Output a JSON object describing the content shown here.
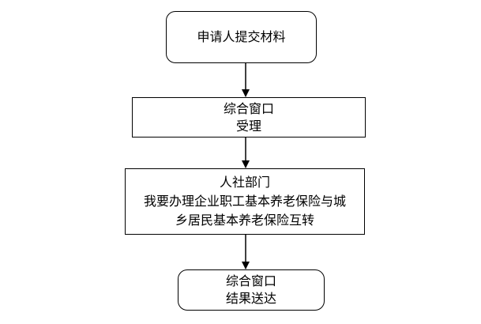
{
  "nodes": {
    "submit": {
      "text": "申请人提交材料"
    },
    "accept": {
      "line1": "综合窗口",
      "line2": "受理"
    },
    "dept": {
      "line1": "人社部门",
      "line2": "我要办理企业职工基本养老保险与城",
      "line3": "乡居民基本养老保险互转"
    },
    "deliver": {
      "line1": "综合窗口",
      "line2": "结果送达"
    }
  },
  "colors": {
    "stroke": "#000000",
    "background": "#ffffff"
  }
}
